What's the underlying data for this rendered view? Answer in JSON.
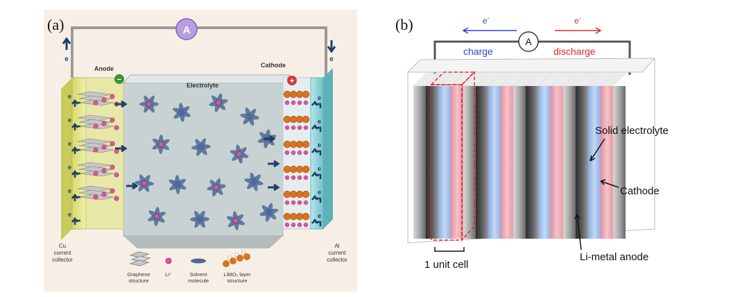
{
  "panel_a": {
    "label": "(a)",
    "ammeter": "A",
    "electron_left": "e",
    "electron_right": "e",
    "anode_label": "Anode",
    "anode_sign": "−",
    "cathode_label": "Cathode",
    "cathode_sign": "+",
    "electrolyte_label": "Electrolyte",
    "current_e": "e",
    "cu_collector": [
      "Cu",
      "current",
      "collector"
    ],
    "al_collector": [
      "Al",
      "current",
      "collector"
    ],
    "legend": [
      {
        "icon": "graphene",
        "lines": [
          "Graphene",
          "structure"
        ]
      },
      {
        "icon": "li-ion",
        "lines": [
          "Li⁺"
        ]
      },
      {
        "icon": "solvent",
        "lines": [
          "Solvent",
          "molecule"
        ]
      },
      {
        "icon": "limo2",
        "lines": [
          "LiMO₂ layer",
          "structure"
        ]
      }
    ],
    "colors": {
      "anode_collector": "#e3e58a",
      "cathode_collector": "#8fd3d9",
      "electrolyte": "#c9d2d2",
      "li_ion": "#e0569a",
      "solvent": "#4e6b96",
      "limo2": "#d9731f"
    }
  },
  "panel_b": {
    "label": "(b)",
    "ammeter": "A",
    "electron": "e",
    "electron_sup": "-",
    "charge": "charge",
    "discharge": "discharge",
    "callouts": {
      "solid_electrolyte": "Solid electrolyte",
      "cathode": "Cathode",
      "anode": "Li-metal anode",
      "unit_cell": "1 unit cell"
    },
    "colors": {
      "charge": "#2f3fd6",
      "discharge": "#e0282b",
      "electrolyte": "#a9c5ea",
      "cathode": "#eaa2ad",
      "anode": "#4a4a4a",
      "unit_box": "#e0282b"
    }
  }
}
